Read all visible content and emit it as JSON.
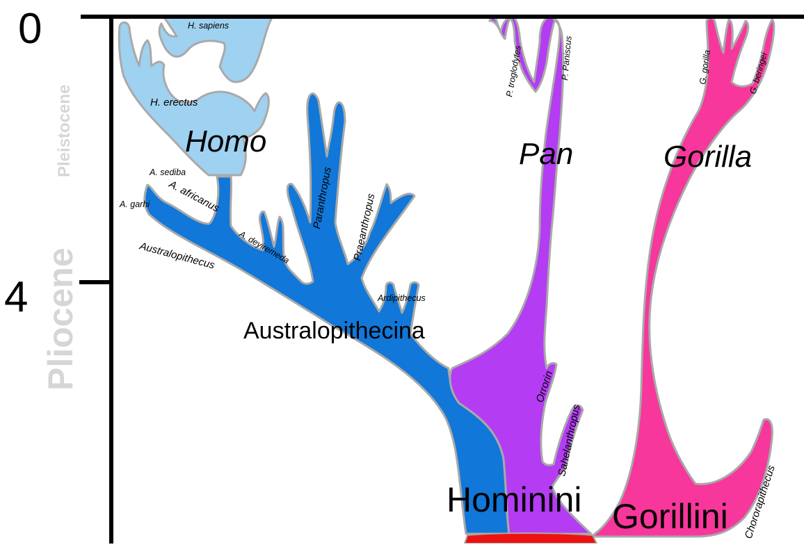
{
  "colors": {
    "homo": "#9fd1f0",
    "australopithecina": "#1177d8",
    "pan": "#b43cf2",
    "gorilla": "#f7379b",
    "base": "#ee1111",
    "outline": "#a9a9a9",
    "axis": "#000000",
    "epoch_text": "#d6d6d6"
  },
  "axis": {
    "tick_top": "0",
    "tick_mid": "4",
    "epoch_pleistocene": "Pleistocene",
    "epoch_pliocene": "Pliocene"
  },
  "labels": {
    "homo": "Homo",
    "h_sapiens": "H. sapiens",
    "h_erectus": "H. erectus",
    "a_sediba": "A. sediba",
    "a_africanus": "A. africanus",
    "a_garhi": "A. garhi",
    "a_deyiremeda": "A. deyiremeda",
    "australopithecus": "Australopithecus",
    "paranthropus": "Paranthropus",
    "praeanthropus": "Praeanthropus",
    "ardipithecus": "Ardipithecus",
    "australopithecina": "Australopithecina",
    "p_troglodytes": "P. troglodytes",
    "p_paniscus": "P. Paniscus",
    "pan": "Pan",
    "orrorin": "Orrorin",
    "sahelanthropus": "Sahelanthropus",
    "hominini": "Hominini",
    "g_gorilla": "G. gorilla",
    "g_beringei": "G. beringei",
    "gorilla": "Gorilla",
    "gorillini": "Gorillini",
    "chororapithecus": "Chororapithecus"
  }
}
